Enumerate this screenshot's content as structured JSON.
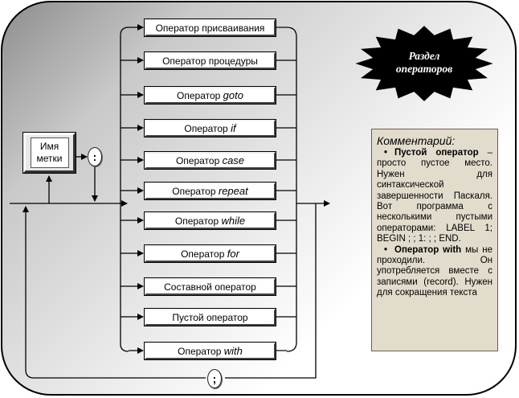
{
  "operators": [
    {
      "text": "Оператор присваивания",
      "kw": ""
    },
    {
      "text": "Оператор процедуры",
      "kw": ""
    },
    {
      "text": "Оператор ",
      "kw": "goto"
    },
    {
      "text": "Оператор ",
      "kw": "if"
    },
    {
      "text": "Оператор ",
      "kw": "case"
    },
    {
      "text": "Оператор ",
      "kw": "repeat"
    },
    {
      "text": "Оператор ",
      "kw": "while"
    },
    {
      "text": "Оператор ",
      "kw": "for"
    },
    {
      "text": "Составной оператор",
      "kw": ""
    },
    {
      "text": "Пустой оператор",
      "kw": ""
    },
    {
      "text": "Оператор ",
      "kw": "with"
    }
  ],
  "label_box": {
    "line1": "Имя",
    "line2": "метки"
  },
  "colon": ":",
  "semicolon": ";",
  "burst": {
    "line1": "Раздел",
    "line2": "операторов"
  },
  "comment": {
    "title": "Комментарий:",
    "bullet1_bold": "Пустой оператор",
    "bullet1_text": " – просто пустое место. Нужен для синтаксической завершенности Паскаля. Вот программа с несколькими пустыми операторами: LABEL 1; BEGIN ; ; 1: ; ; END.",
    "bullet2_bold": "Оператор with",
    "bullet2_text": " мы не проходили. Он употребляется вместе с записями (record). Нужен для сокращения текста"
  }
}
